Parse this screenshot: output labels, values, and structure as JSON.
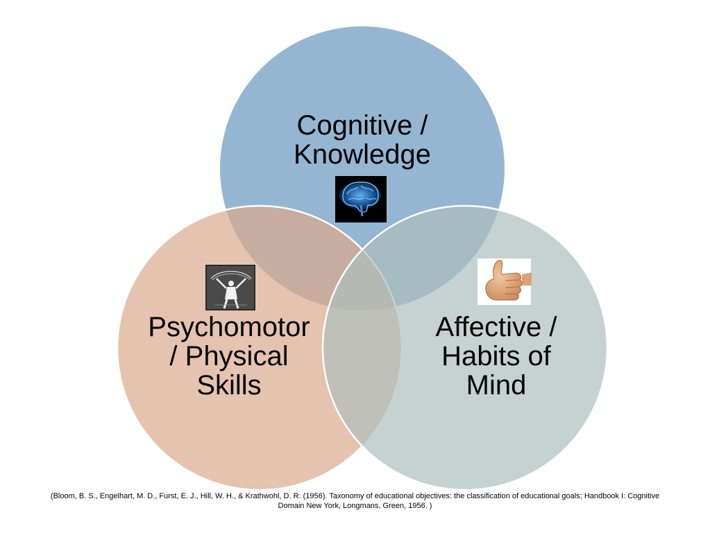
{
  "diagram": {
    "circles": [
      {
        "id": "cognitive",
        "lines": [
          "Cognitive /",
          "Knowledge"
        ],
        "fill": "#94b6d2",
        "icon": "brain-icon"
      },
      {
        "id": "psychomotor",
        "lines": [
          "Psychomotor",
          "/ Physical",
          "Skills"
        ],
        "fill": "#dd8047",
        "icon": "gymnast-icon"
      },
      {
        "id": "affective",
        "lines": [
          "Affective /",
          "Habits of",
          "Mind"
        ],
        "fill": "#a5c2bd",
        "icon": "thumbs-up-icon"
      }
    ],
    "colors": {
      "cognitive": "#93b5d2",
      "psychomotor": "#dbaa8b",
      "affective": "#aebfbe",
      "stroke": "#ffffff"
    }
  },
  "citation": {
    "line1": "(Bloom, B. S., Engelhart, M. D., Furst, E. J., Hill, W. H., & Krathwohl, D. R. (1956). Taxonomy of educational objectives: the classification of educational goals; Handbook I: Cognitive",
    "line2": "Domain New York, Longmans, Green, 1956. )"
  }
}
